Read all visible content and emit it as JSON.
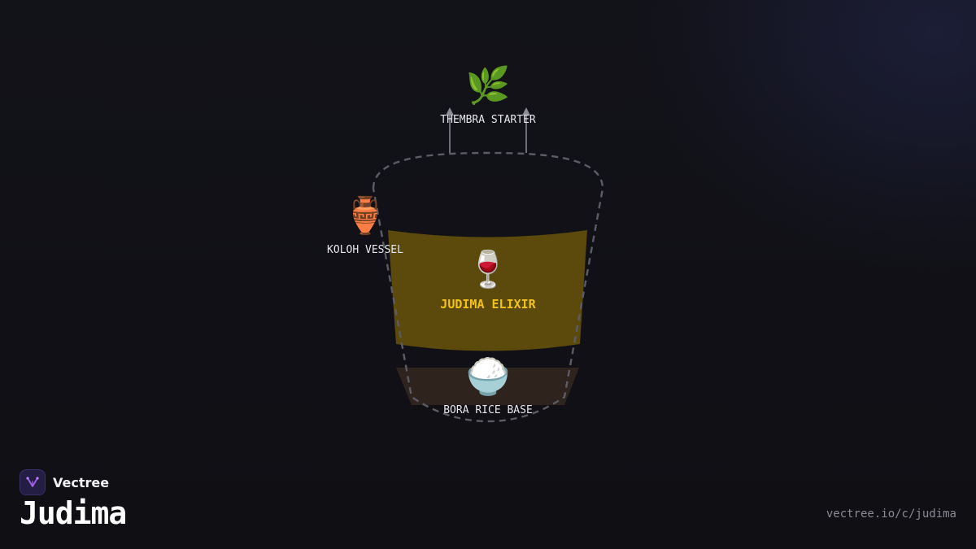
{
  "diagram": {
    "top_ingredient": {
      "label": "THEMBRA STARTER",
      "icon": "herb-icon",
      "glyph": "🌿"
    },
    "side_vessel": {
      "label": "KOLOH VESSEL",
      "icon": "amphora-icon",
      "glyph": "🏺"
    },
    "main_layer": {
      "label": "JUDIMA ELIXIR",
      "icon": "wine-glass-icon",
      "glyph": "🍷",
      "color": "#5b4a0c",
      "label_color": "#f2c21b"
    },
    "base_layer": {
      "label": "BORA RICE BASE",
      "icon": "rice-bowl-icon",
      "glyph": "🍚",
      "color": "#2e231d"
    }
  },
  "brand": {
    "name": "Vectree",
    "logo_color": "#241d44",
    "accent": "#a45ee6"
  },
  "title": "Judima",
  "url": "vectree.io/c/judima"
}
